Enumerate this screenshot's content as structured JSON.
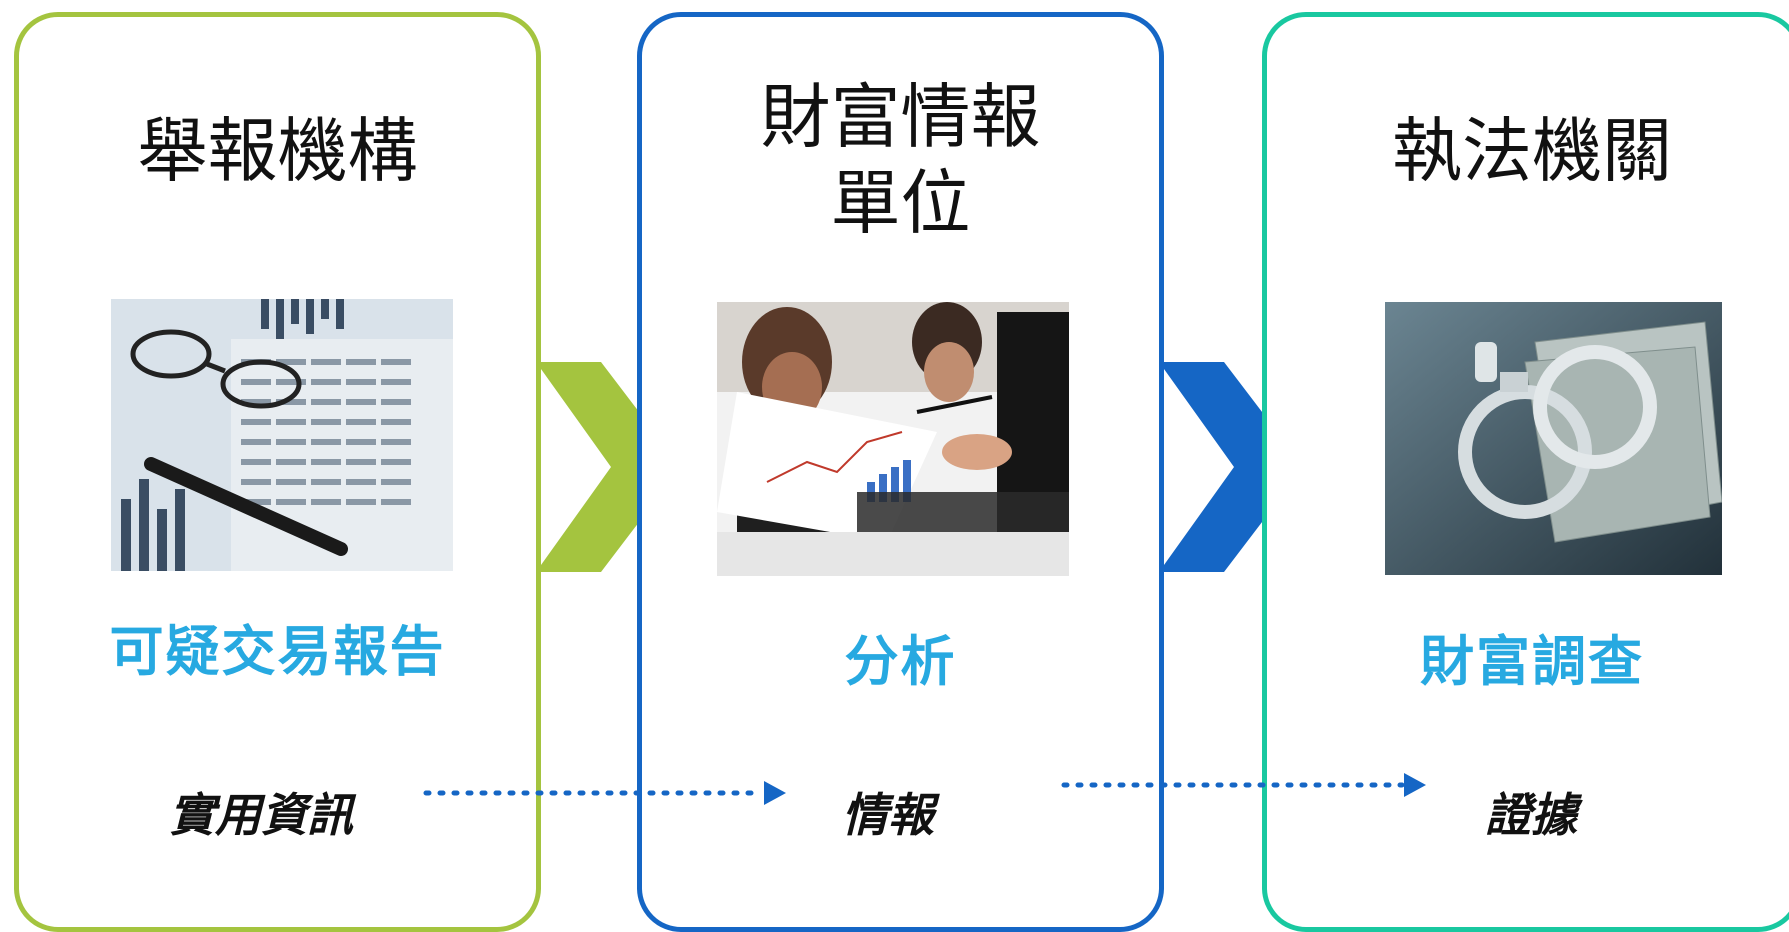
{
  "panels": [
    {
      "title": "舉報機構",
      "subtitle": "可疑交易報告",
      "label": "實用資訊",
      "border_color": "#a4c43f",
      "image": "financial-documents-with-glasses-and-pen"
    },
    {
      "title_line1": "財富情報",
      "title_line2": "單位",
      "subtitle": "分析",
      "label": "情報",
      "border_color": "#1566c5",
      "image": "business-people-analyzing-charts"
    },
    {
      "title": "執法機關",
      "subtitle": "財富調查",
      "label": "證據",
      "border_color": "#19c8a0",
      "image": "handcuffs-on-cash"
    }
  ],
  "colors": {
    "subtitle": "#27a9e1",
    "arrow_green": "#a4c43f",
    "arrow_blue": "#1566c5",
    "dots": "#1566c5"
  }
}
